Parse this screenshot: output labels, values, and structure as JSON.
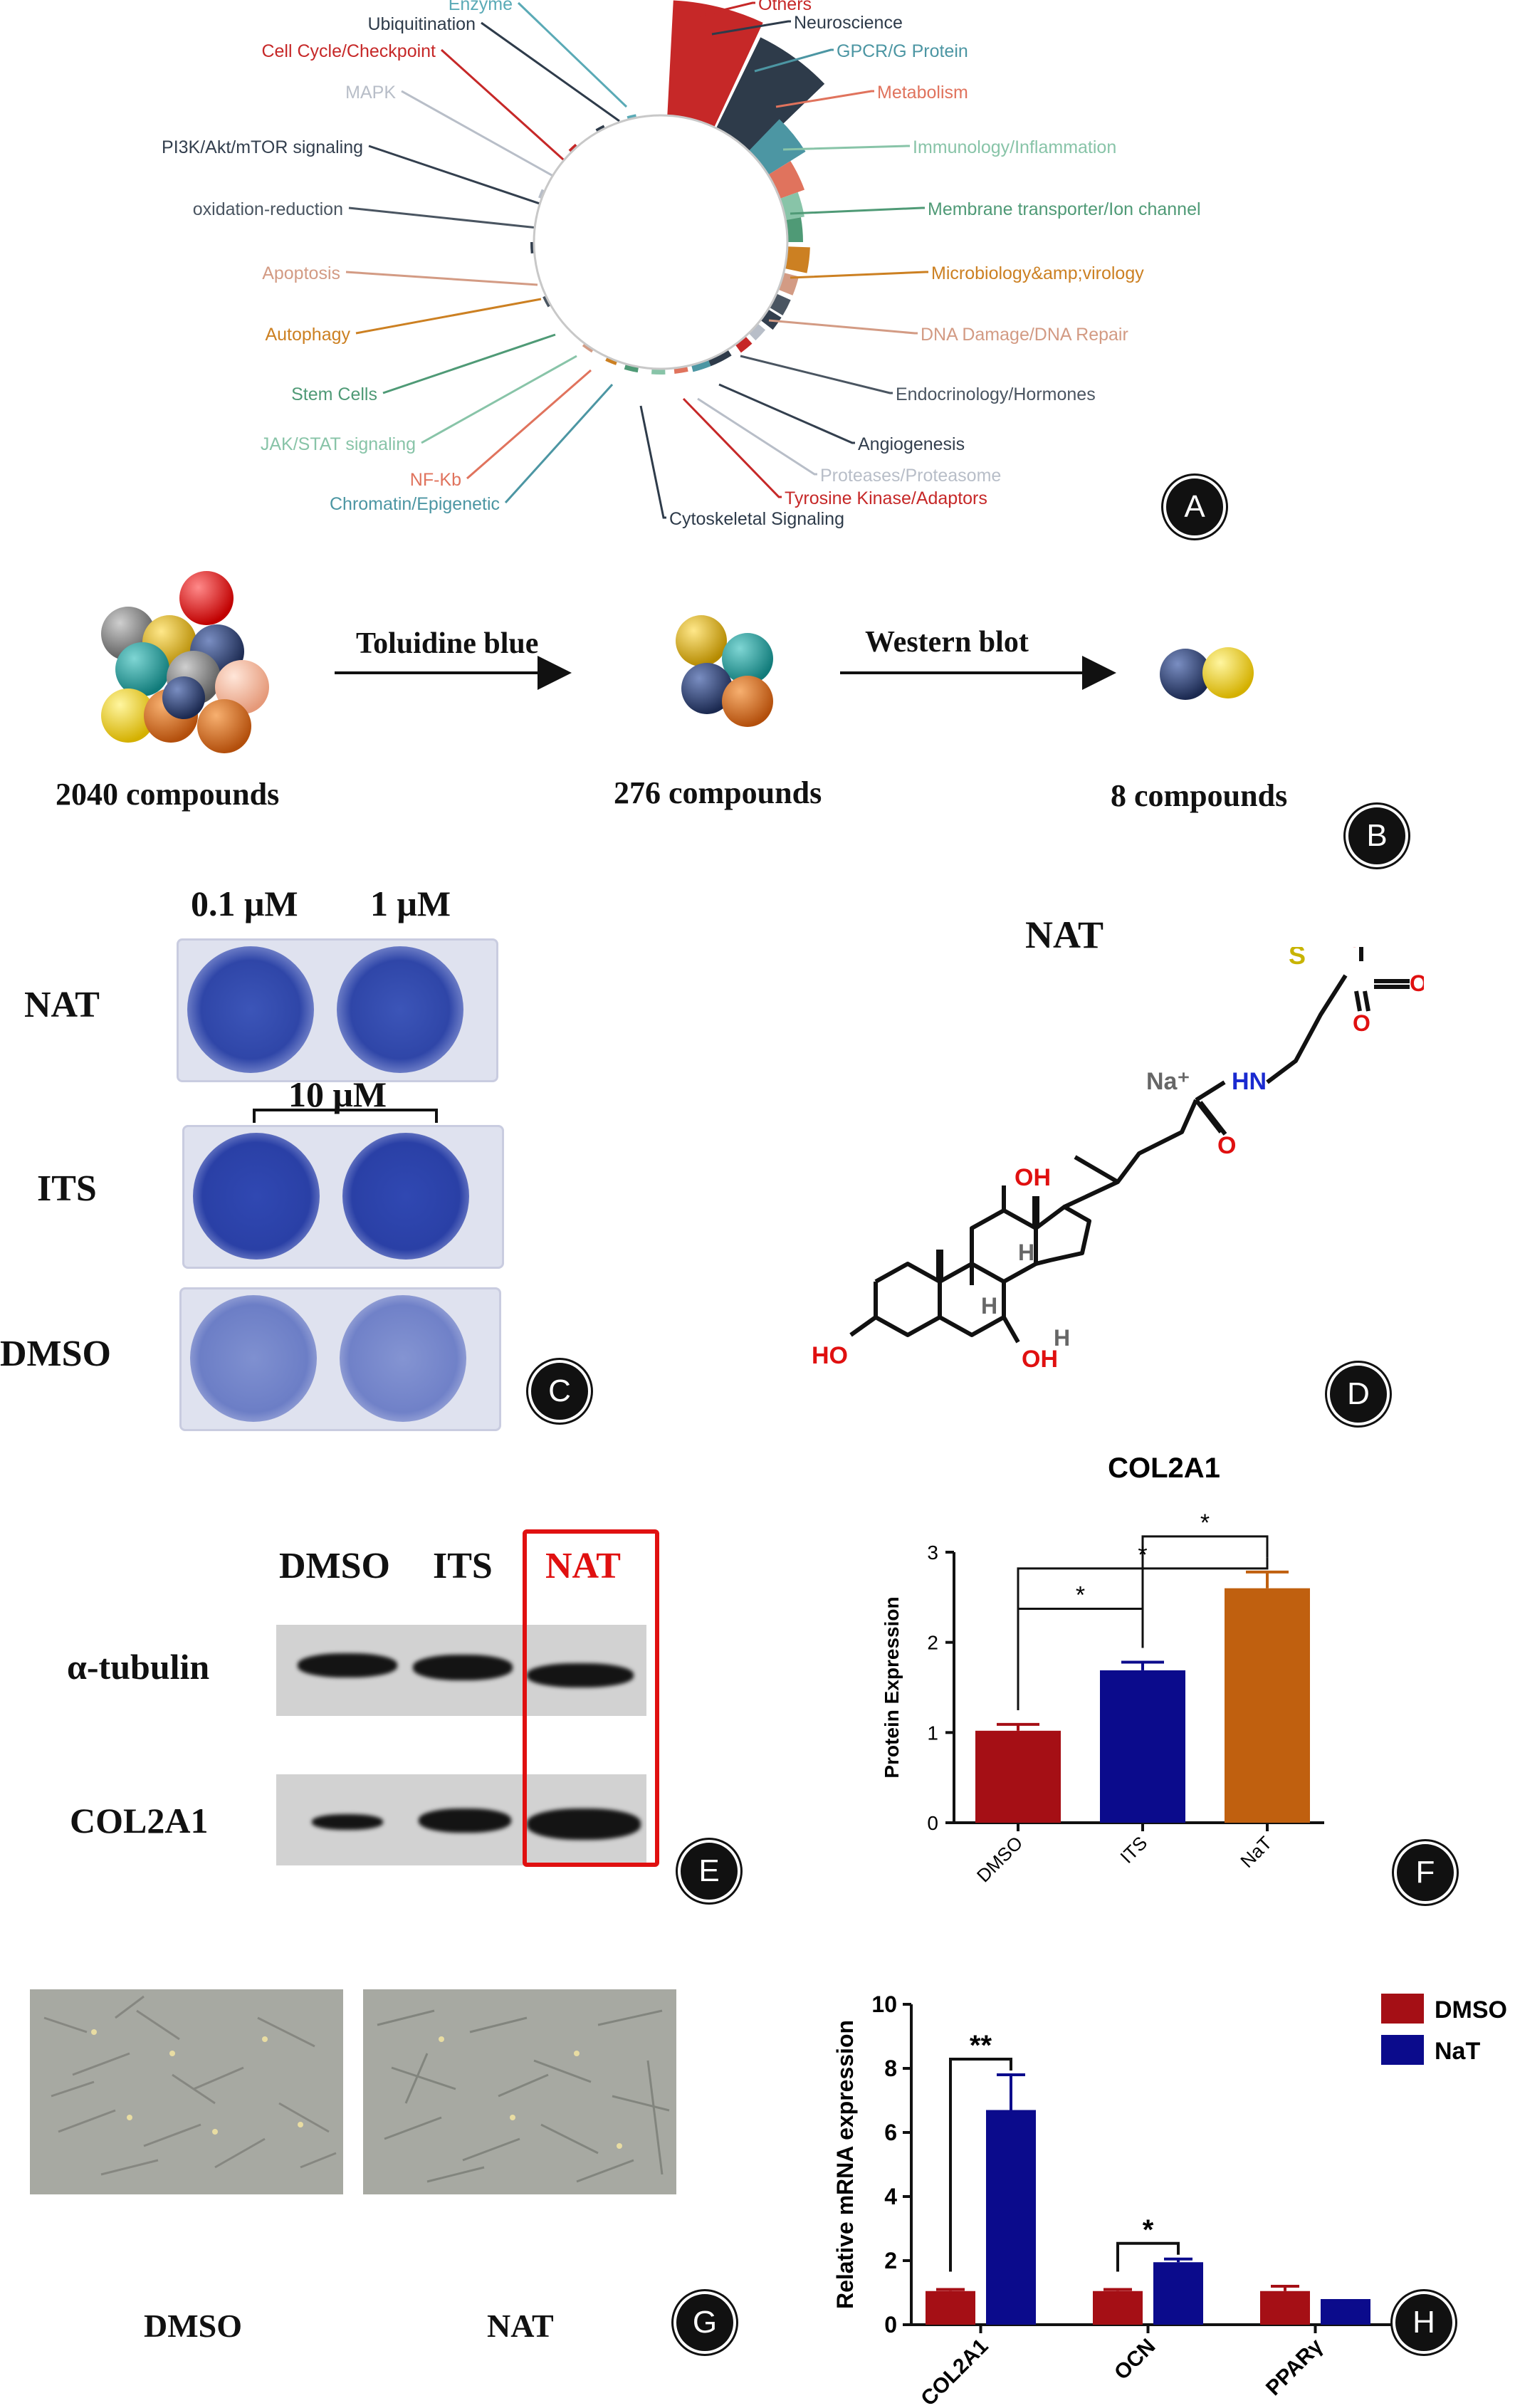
{
  "panelA": {
    "badge": "A",
    "left_labels": [
      {
        "text": "Enzyme",
        "color": "#5aaab6"
      },
      {
        "text": "Ubiquitination",
        "color": "#2e3b4a"
      },
      {
        "text": "Cell Cycle/Checkpoint",
        "color": "#c62828"
      },
      {
        "text": "MAPK",
        "color": "#b8bec8"
      },
      {
        "text": "PI3K/Akt/mTOR signaling",
        "color": "#333f4e"
      },
      {
        "text": "oxidation-reduction",
        "color": "#4a5561"
      },
      {
        "text": "Apoptosis",
        "color": "#d39b84"
      },
      {
        "text": "Autophagy",
        "color": "#cc8022"
      },
      {
        "text": "Stem Cells",
        "color": "#4f9a76"
      },
      {
        "text": "JAK/STAT signaling",
        "color": "#88c4a8"
      },
      {
        "text": "NF-Kb",
        "color": "#e0735d"
      },
      {
        "text": "Chromatin/Epigenetic",
        "color": "#4c96a3"
      }
    ],
    "right_labels": [
      {
        "text": "Others",
        "color": "#c62828"
      },
      {
        "text": "Neuroscience",
        "color": "#2e3b4a"
      },
      {
        "text": "GPCR/G Protein",
        "color": "#4c96a3"
      },
      {
        "text": "Metabolism",
        "color": "#e0735d"
      },
      {
        "text": "Immunology/Inflammation",
        "color": "#88c4a8"
      },
      {
        "text": "Membrane transporter/Ion channel",
        "color": "#4f9a76"
      },
      {
        "text": "Microbiology&amp;virology",
        "color": "#cc8022"
      },
      {
        "text": "DNA Damage/DNA Repair",
        "color": "#d39b84"
      },
      {
        "text": "Endocrinology/Hormones",
        "color": "#4a5561"
      },
      {
        "text": "Angiogenesis",
        "color": "#333f4e"
      },
      {
        "text": "Proteases/Proteasome",
        "color": "#b8bec8"
      },
      {
        "text": "Tyrosine Kinase/Adaptors",
        "color": "#c62828"
      },
      {
        "text": "Cytoskeletal Signaling",
        "color": "#2e3b4a"
      }
    ]
  },
  "panelB": {
    "badge": "B",
    "step1_label": "Toluidine blue",
    "step2_label": "Western blot",
    "count1": "2040 compounds",
    "count2": "276 compounds",
    "count3": "8 compounds"
  },
  "panelC": {
    "badge": "C",
    "conc1": "0.1 μM",
    "conc2": "1 μM",
    "conc3": "10 μM",
    "rows": [
      "NAT",
      "ITS",
      "DMSO"
    ]
  },
  "panelD": {
    "badge": "D",
    "title": "NAT",
    "atoms": {
      "sodium": "Na⁺",
      "nh": "HN",
      "s": "S",
      "o_minus": "O⁻",
      "o1": "O",
      "o2": "O",
      "carbonyl_o": "O",
      "oh_top": "OH",
      "oh_bottom": "OH",
      "ho": "HO",
      "h1": "H",
      "h2": "H",
      "h3": "H"
    }
  },
  "panelE": {
    "badge": "E",
    "lanes": [
      "DMSO",
      "ITS",
      "NAT"
    ],
    "rows": [
      "α-tubulin",
      "COL2A1"
    ]
  },
  "panelF": {
    "badge": "F",
    "chart_data": {
      "type": "bar",
      "title": "COL2A1",
      "ylabel": "Protein Expression",
      "xlabel": "",
      "categories": [
        "DMSO",
        "ITS",
        "NaT"
      ],
      "values": [
        1.02,
        1.69,
        2.6
      ],
      "errors": [
        0.07,
        0.09,
        0.18
      ],
      "colors": [
        "#a50f15",
        "#0b0b8c",
        "#c0600f"
      ],
      "ylim": [
        0,
        3
      ],
      "yticks": [
        "0",
        "1",
        "2",
        "3"
      ],
      "significance": [
        {
          "from": 0,
          "to": 1,
          "label": "*"
        },
        {
          "from": 1,
          "to": 2,
          "label": "*"
        },
        {
          "from": 0,
          "to": 2,
          "label": "*"
        }
      ]
    }
  },
  "panelG": {
    "badge": "G",
    "labels": [
      "DMSO",
      "NAT"
    ]
  },
  "panelH": {
    "badge": "H",
    "chart_data": {
      "type": "bar",
      "ylabel": "Relative mRNA expression",
      "xlabel": "",
      "categories": [
        "COL2A1",
        "OCN",
        "PPARγ"
      ],
      "series": [
        {
          "name": "DMSO",
          "values": [
            1.05,
            1.05,
            1.05
          ],
          "errors": [
            0.05,
            0.05,
            0.15
          ],
          "color": "#a50f15"
        },
        {
          "name": "NaT",
          "values": [
            6.7,
            1.95,
            0.8
          ],
          "errors": [
            1.1,
            0.1,
            0.0
          ],
          "color": "#0b0b8c"
        }
      ],
      "ylim": [
        0,
        10
      ],
      "yticks": [
        "0",
        "2",
        "4",
        "6",
        "8",
        "10"
      ],
      "significance": [
        {
          "category": 0,
          "label": "**"
        },
        {
          "category": 1,
          "label": "*"
        }
      ]
    }
  }
}
